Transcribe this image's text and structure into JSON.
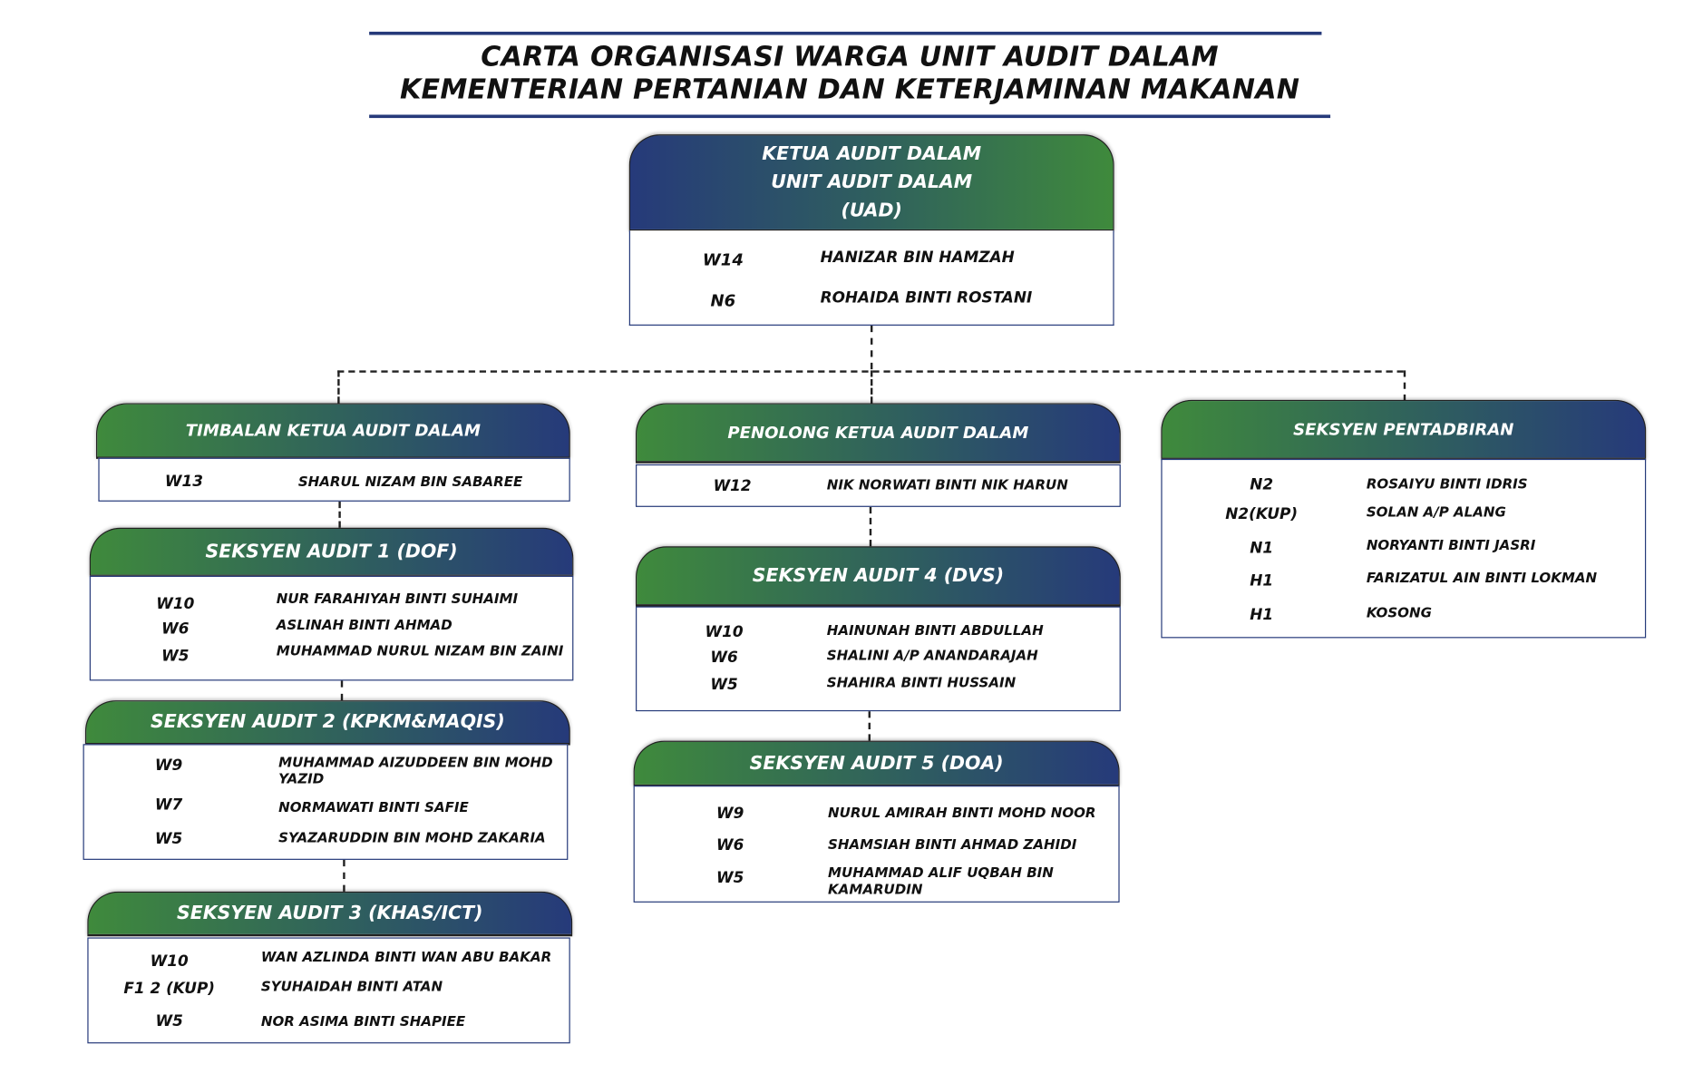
{
  "title": {
    "line1": "CARTA ORGANISASI WARGA UNIT AUDIT DALAM",
    "line2": "KEMENTERIAN PERTANIAN DAN KETERJAMINAN MAKANAN"
  },
  "colors": {
    "blue": "#263a7a",
    "green": "#3f8a3c"
  },
  "units": {
    "ketua": {
      "title_lines": [
        "KETUA AUDIT DALAM",
        "UNIT AUDIT DALAM",
        "(UAD)"
      ],
      "members": [
        {
          "grade": "W14",
          "name": "HANIZAR BIN HAMZAH"
        },
        {
          "grade": "N6",
          "name": "ROHAIDA BINTI ROSTANI"
        }
      ]
    },
    "timbalan": {
      "title": "TIMBALAN KETUA AUDIT DALAM",
      "members": [
        {
          "grade": "W13",
          "name": "SHARUL NIZAM BIN SABAREE"
        }
      ]
    },
    "sa1": {
      "title": "SEKSYEN AUDIT 1  (DOF)",
      "members": [
        {
          "grade": "W10",
          "name": "NUR FARAHIYAH BINTI SUHAIMI"
        },
        {
          "grade": "W6",
          "name": "ASLINAH BINTI AHMAD"
        },
        {
          "grade": "W5",
          "name": "MUHAMMAD NURUL NIZAM BIN ZAINI"
        }
      ]
    },
    "sa2": {
      "title": "SEKSYEN AUDIT 2 (KPKM&MAQIS)",
      "members": [
        {
          "grade": "W9",
          "name": "MUHAMMAD AIZUDDEEN BIN MOHD YAZID"
        },
        {
          "grade": "W7",
          "name": "NORMAWATI BINTI SAFIE"
        },
        {
          "grade": "W5",
          "name": "SYAZARUDDIN BIN MOHD ZAKARIA"
        }
      ]
    },
    "sa3": {
      "title": "SEKSYEN AUDIT 3 (KHAS/ICT)",
      "members": [
        {
          "grade": "W10",
          "name": "WAN AZLINDA BINTI WAN ABU BAKAR"
        },
        {
          "grade": "F1 2 (KUP)",
          "name": "SYUHAIDAH BINTI ATAN"
        },
        {
          "grade": "W5",
          "name": "NOR ASIMA BINTI SHAPIEE"
        }
      ]
    },
    "penolong": {
      "title": "PENOLONG KETUA AUDIT DALAM",
      "members": [
        {
          "grade": "W12",
          "name": "NIK NORWATI BINTI NIK HARUN"
        }
      ]
    },
    "sa4": {
      "title": "SEKSYEN AUDIT  4 (DVS)",
      "members": [
        {
          "grade": "W10",
          "name": "HAINUNAH BINTI ABDULLAH"
        },
        {
          "grade": "W6",
          "name": "SHALINI A/P ANANDARAJAH"
        },
        {
          "grade": "W5",
          "name": "SHAHIRA BINTI HUSSAIN"
        }
      ]
    },
    "sa5": {
      "title": "SEKSYEN AUDIT  5 (DOA)",
      "members": [
        {
          "grade": "W9",
          "name": "NURUL AMIRAH BINTI MOHD NOOR"
        },
        {
          "grade": "W6",
          "name": "SHAMSIAH BINTI AHMAD ZAHIDI"
        },
        {
          "grade": "W5",
          "name": "MUHAMMAD ALIF UQBAH BIN KAMARUDIN"
        }
      ]
    },
    "pentadbiran": {
      "title": "SEKSYEN PENTADBIRAN",
      "members": [
        {
          "grade": "N2",
          "name": "ROSAIYU BINTI IDRIS"
        },
        {
          "grade": "N2(KUP)",
          "name": "SOLAN A/P ALANG"
        },
        {
          "grade": "N1",
          "name": "NORYANTI BINTI JASRI"
        },
        {
          "grade": "H1",
          "name": "FARIZATUL AIN BINTI LOKMAN"
        },
        {
          "grade": "H1",
          "name": "KOSONG"
        }
      ]
    }
  }
}
